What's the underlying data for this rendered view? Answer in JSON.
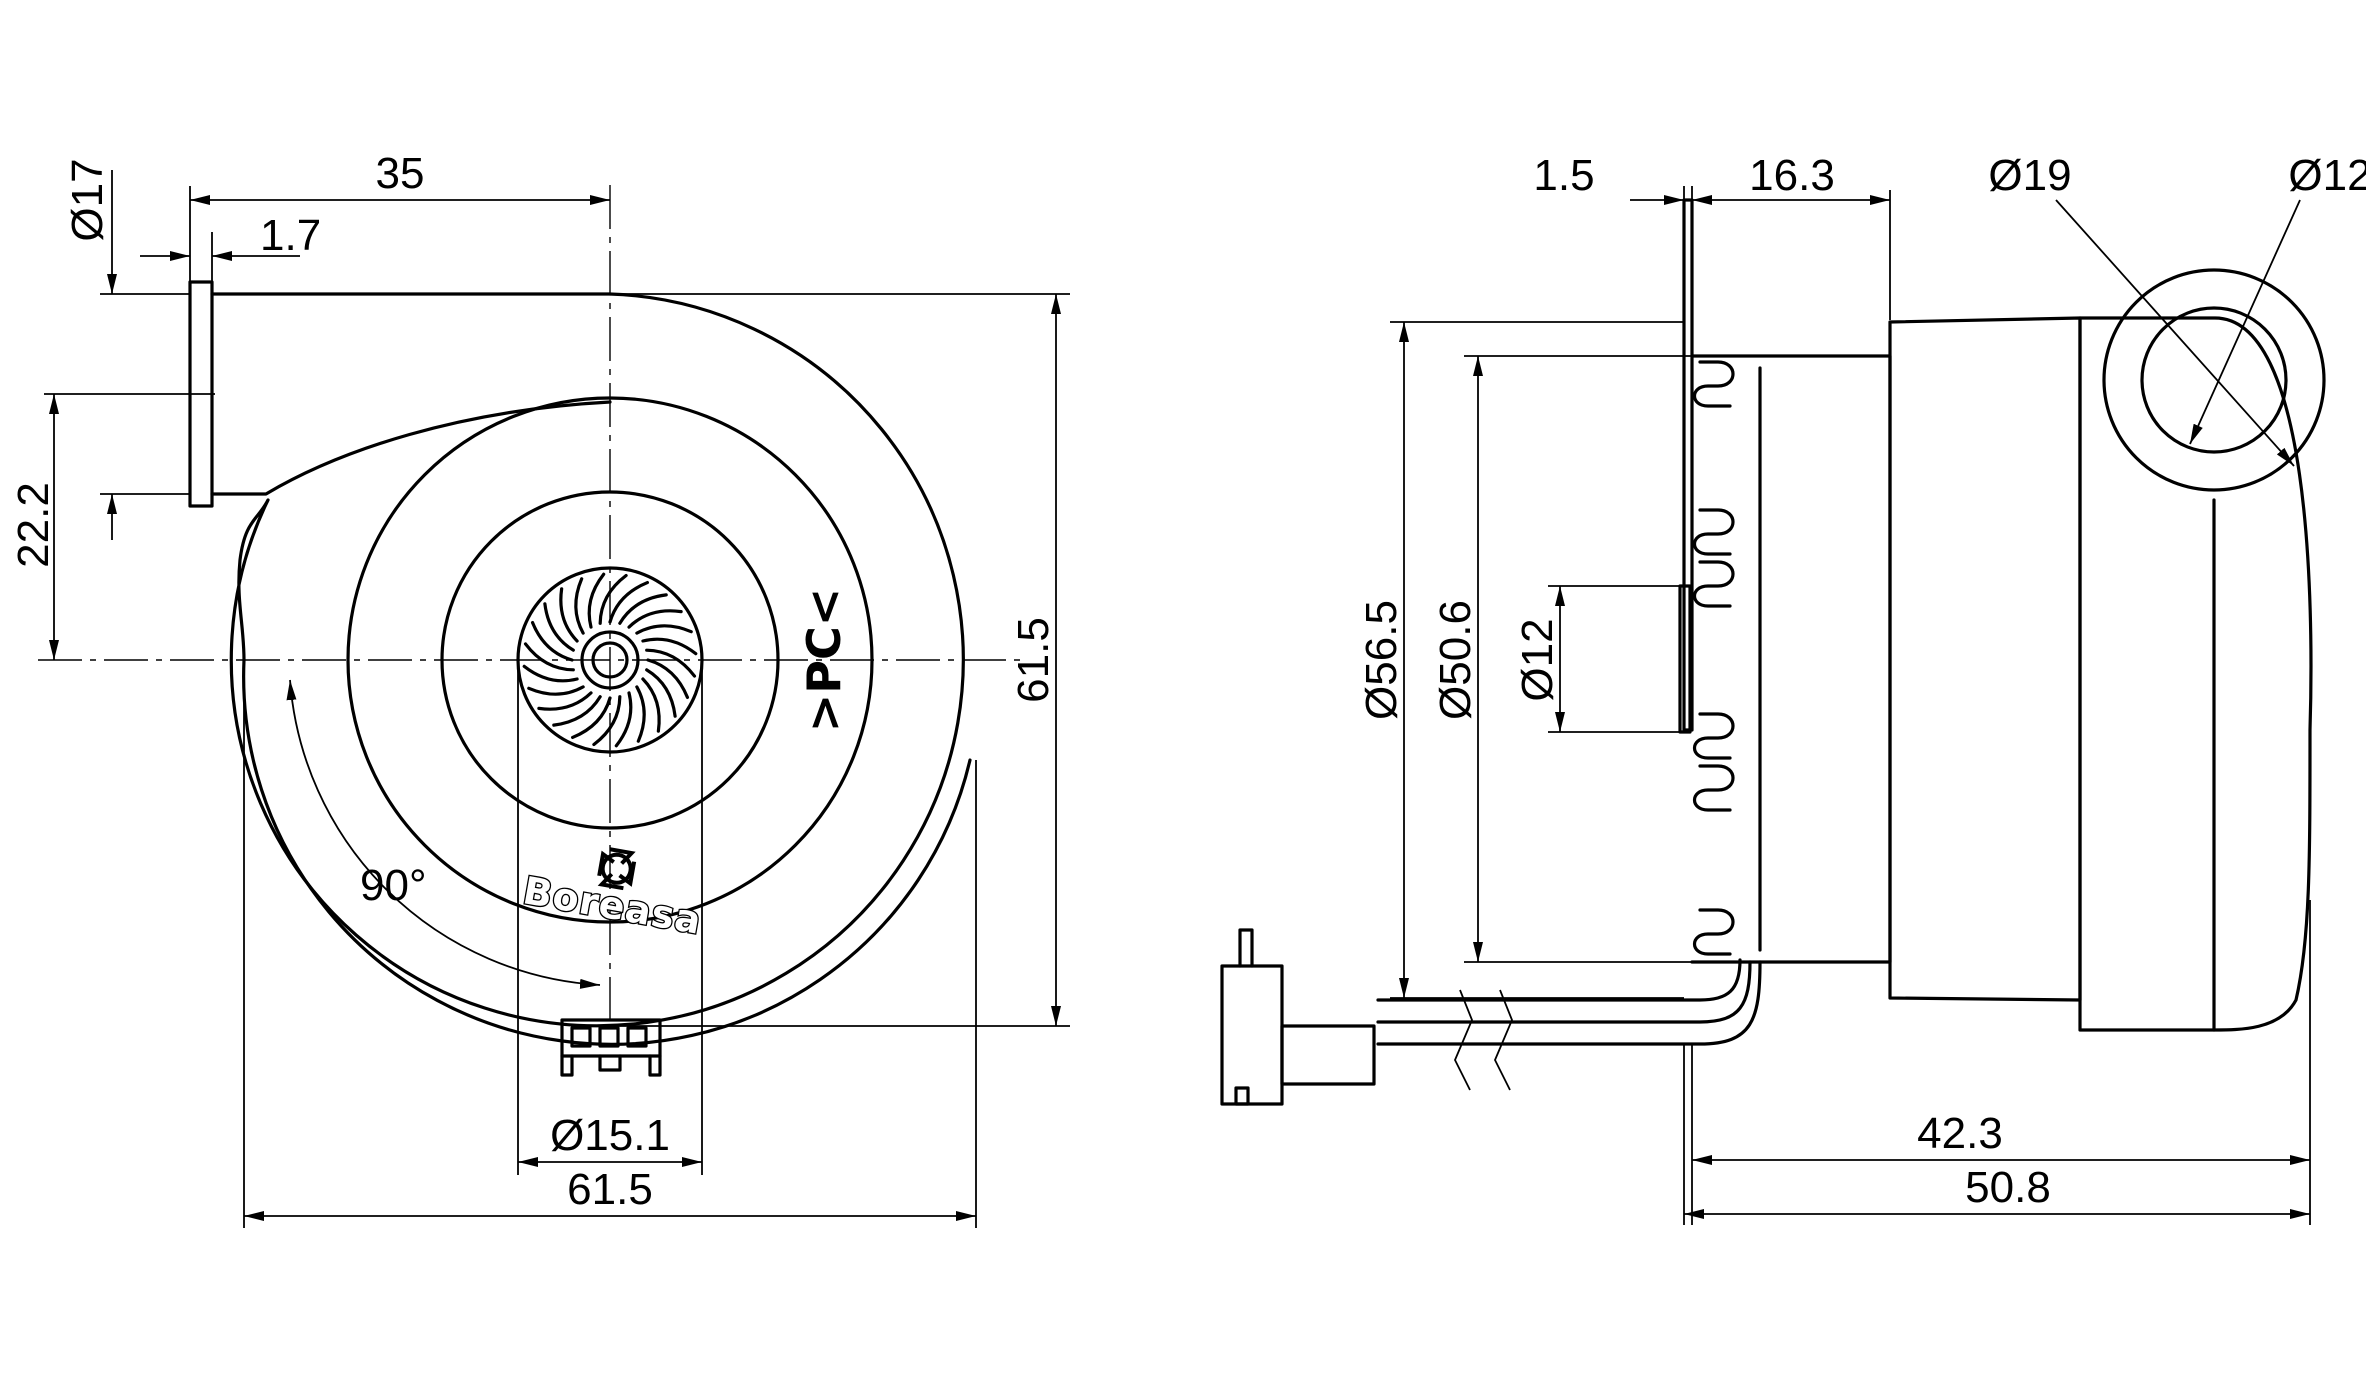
{
  "front_view": {
    "dimensions": {
      "outlet_width": "35",
      "flange_thickness": "1.7",
      "outlet_diameter": "Ø17",
      "outlet_offset": "22.2",
      "overall_height": "61.5",
      "overall_width": "61.5",
      "inlet_diameter": "Ø15.1",
      "angle": "90°"
    },
    "markings": {
      "material_mark": ">PC<",
      "brand_logo": "Boreasa"
    }
  },
  "side_view": {
    "dimensions": {
      "flange_thickness": "1.5",
      "motor_offset": "16.3",
      "hub_outer_diameter": "Ø19",
      "hub_inner_diameter": "Ø12",
      "body_diameter": "Ø56.5",
      "inlet_diameter": "Ø50.6",
      "shaft_diameter": "Ø12",
      "motor_length": "42.3",
      "overall_length": "50.8"
    }
  }
}
